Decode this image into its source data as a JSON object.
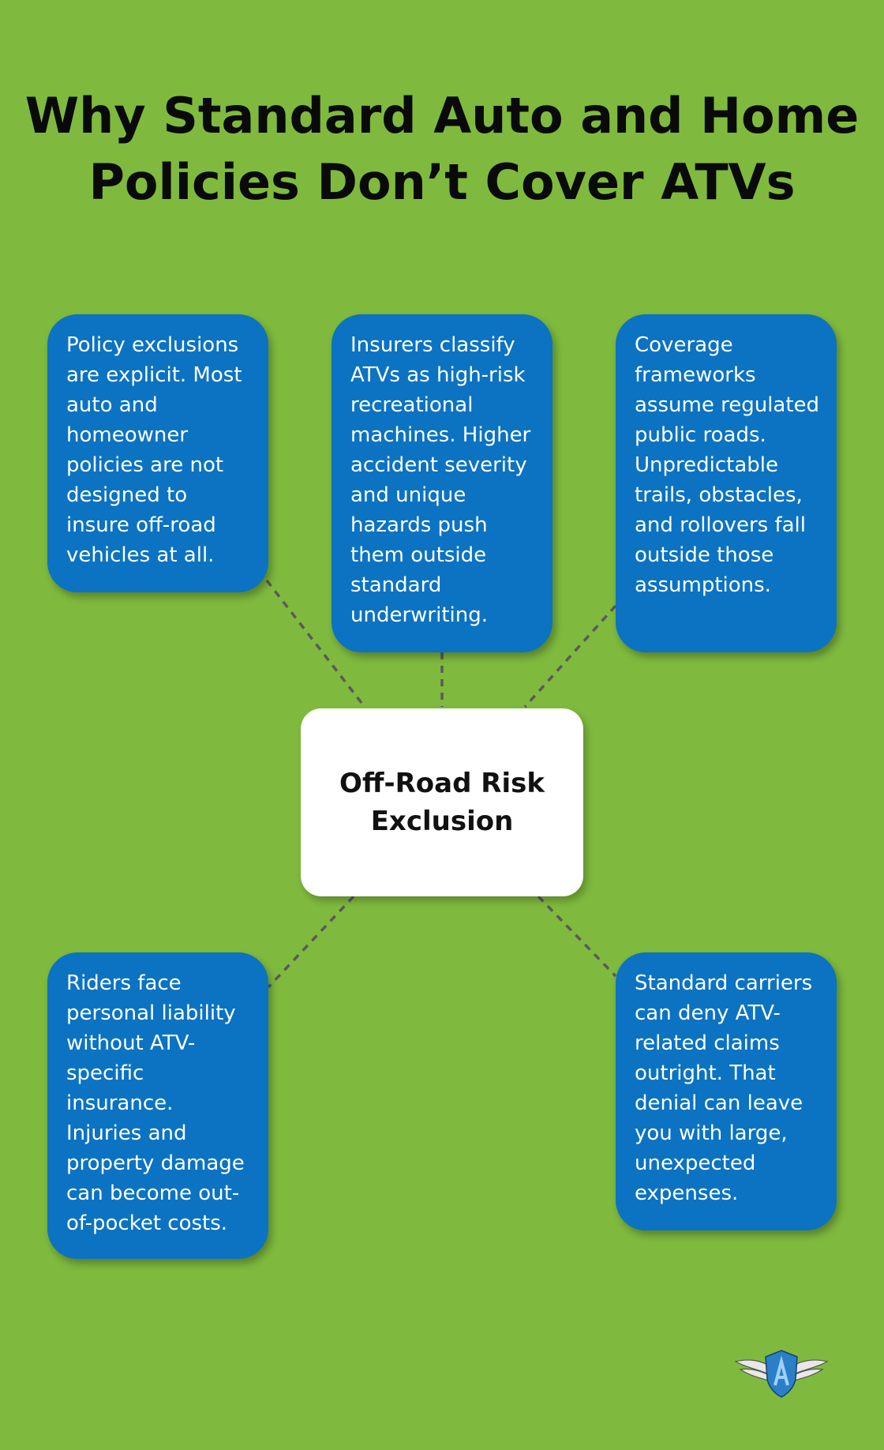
{
  "title": {
    "line1": "Why Standard Auto and Home",
    "line2": "Policies Don’t Cover ATVs"
  },
  "center": {
    "label": "Off-Road Risk Exclusion"
  },
  "cards": [
    {
      "text": "Policy exclusions are explicit. Most auto and homeowner policies are not designed to insure off-road vehicles at all."
    },
    {
      "text": "Insurers classify ATVs as high-risk recreational machines. Higher accident severity and unique hazards push them outside standard underwriting."
    },
    {
      "text": "Coverage frameworks assume regulated public roads. Unpredictable trails, obstacles, and rollovers fall outside those assumptions."
    },
    {
      "text": "Riders face personal liability without ATV-specific insurance. Injuries and property damage can become out-of-pocket costs."
    },
    {
      "text": "Standard carriers can deny ATV-related claims outright. That denial can leave you with large, unexpected expenses."
    }
  ],
  "colors": {
    "background": "#7fba3e",
    "card": "#0b73c2",
    "center": "#ffffff",
    "connector": "#5a5a5a"
  },
  "icons": {
    "logo": "winged-shield-logo-icon"
  }
}
